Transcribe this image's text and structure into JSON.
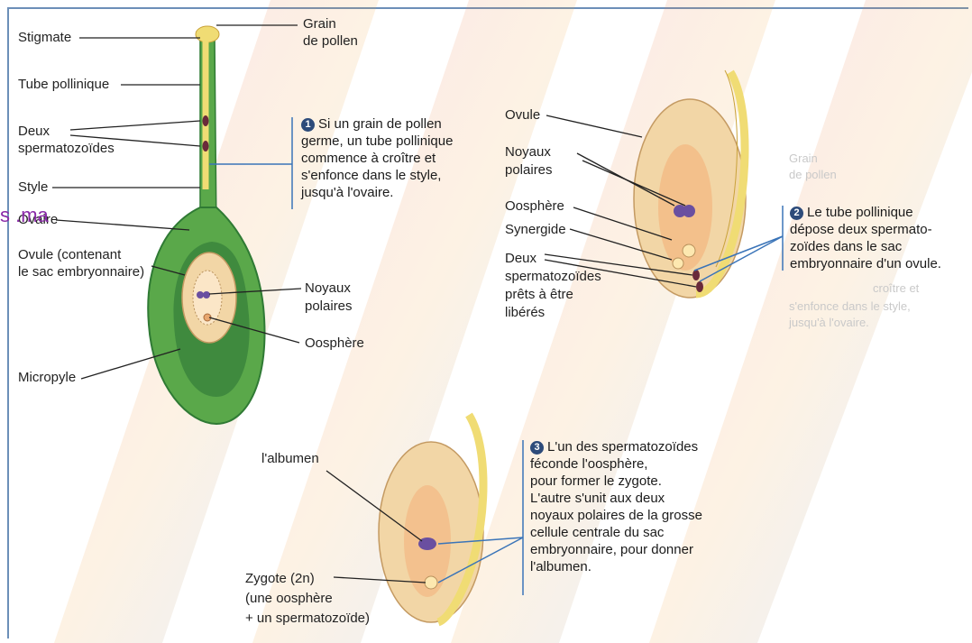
{
  "labels": {
    "stigmate": "Stigmate",
    "grain_pollen": "Grain",
    "grain_pollen_2": "de pollen",
    "tube_pollinique": "Tube pollinique",
    "deux_sperm": "Deux",
    "deux_sperm_2": "spermatozoïdes",
    "style": "Style",
    "ovaire": "Ovaire",
    "ovule_contenant": "Ovule (contenant",
    "ovule_contenant_2": "le sac embryonnaire)",
    "micropyle": "Micropyle",
    "noyaux_polaires_1": "Noyaux",
    "noyaux_polaires_1b": "polaires",
    "oosphere_1": "Oosphère",
    "ovule_2": "Ovule",
    "noyaux_polaires_2": "Noyaux",
    "noyaux_polaires_2b": "polaires",
    "oosphere_2": "Oosphère",
    "synergide": "Synergide",
    "deux_sperm_liberes": "Deux",
    "deux_sperm_liberes_2": "spermatozoïdes",
    "deux_sperm_liberes_3": "prêts à être",
    "deux_sperm_liberes_4": "libérés",
    "albumen": "l'albumen",
    "zygote": "Zygote (2n)",
    "zygote_2": "(une oosphère",
    "zygote_3": "+ un spermatozoïde)"
  },
  "steps": [
    {
      "number": "1",
      "lines": [
        "Si un grain de pollen",
        "germe, un tube pollinique",
        "commence à croître et",
        "s'enfonce dans le style,",
        "jusqu'à l'ovaire."
      ]
    },
    {
      "number": "2",
      "lines": [
        "Le tube pollinique",
        "dépose deux spermato-",
        "zoïdes dans le sac",
        "embryonnaire d'un ovule."
      ]
    },
    {
      "number": "3",
      "lines": [
        "L'un des spermatozoïdes",
        "féconde l'oosphère,",
        "pour former le zygote.",
        "L'autre s'unit aux deux",
        "noyaux polaires de la grosse",
        "cellule centrale du sac",
        "embryonnaire, pour donner",
        "l'albumen."
      ]
    }
  ],
  "watermark": "s .ma",
  "ghost_text": {
    "g1": "Grain",
    "g2": "de pollen",
    "g3": "croître et",
    "g4": "s'enfonce dans le style,",
    "g5": "jusqu'à l'ovaire."
  },
  "colors": {
    "pistil_green": "#5aa84a",
    "pistil_dark": "#2f7a34",
    "tube_yellow": "#f0dc74",
    "ovule_tan": "#f2d6a6",
    "cell_orange": "#f4b07a",
    "nucleus_purple": "#6a4fa0",
    "step_badge": "#2d4b7a",
    "watermark": "#8a2aa8"
  }
}
